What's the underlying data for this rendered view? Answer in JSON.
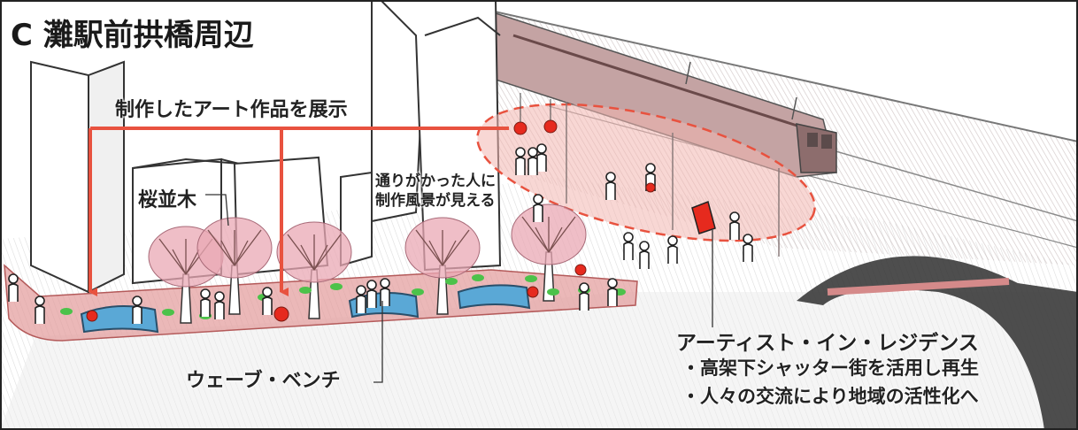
{
  "title": "C 灘駅前拱橋周辺",
  "labels": {
    "art_display": "制作したアート作品を展示",
    "cherry_trees": "桜並木",
    "passersby_line1": "通りがかった人に",
    "passersby_line2": "制作風景が見える",
    "wave_bench": "ウェーブ・ベンチ",
    "residence_title": "アーティスト・イン・レジデンス",
    "residence_point1": "・高架下シャッター街を活用し再生",
    "residence_point2": "・人々の交流により地域の活性化へ"
  },
  "colors": {
    "arrow_red": "#e8523f",
    "highlight_pink": "#f2b6b0",
    "planter_pink": "#e39a9a",
    "bench_blue": "#5aa8d6",
    "shrub_green": "#4cc24a",
    "art_dot_red": "#e62a1e"
  }
}
